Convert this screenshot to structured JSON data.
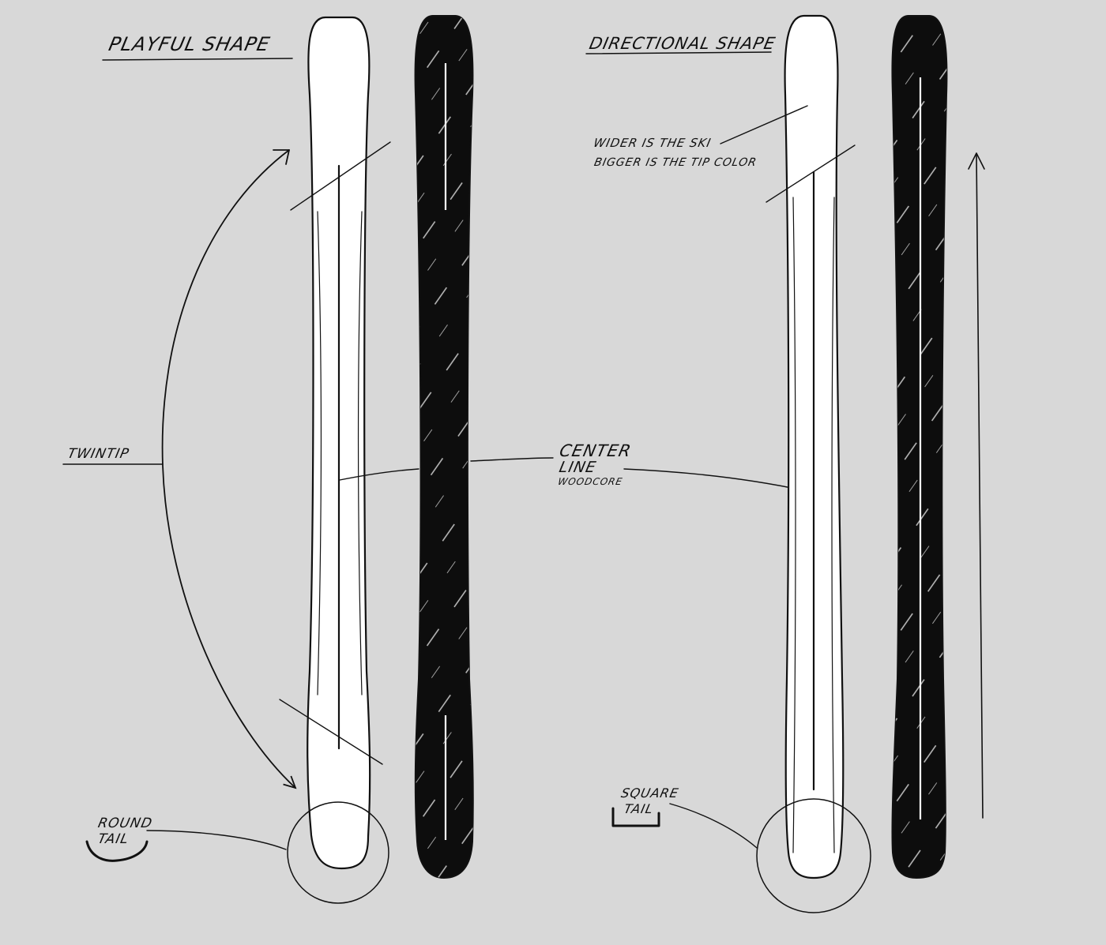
{
  "colors": {
    "background": "#d8d8d8",
    "ink": "#111111",
    "ski_white": "#ffffff",
    "ski_black": "#0d0d0d"
  },
  "left_panel": {
    "title": "PLAYFUL SHAPE",
    "twintip_label": "TWINTIP",
    "tail_label_line1": "ROUND",
    "tail_label_line2": "TAIL"
  },
  "center": {
    "line1": "CENTER",
    "line2": "LINE",
    "line3": "WOODCORE"
  },
  "right_panel": {
    "title": "DIRECTIONAL SHAPE",
    "note_line1": "WIDER IS THE SKI",
    "note_line2": "BIGGER IS THE TIP COLOR",
    "tail_label_line1": "SQUARE",
    "tail_label_line2": "TAIL"
  },
  "icons": {
    "direction_arrow": "arrow-up-icon",
    "twintip_arrow": "curved-double-arrow-icon",
    "round_tail_mark": "round-bracket-icon",
    "square_tail_mark": "square-bracket-icon"
  }
}
